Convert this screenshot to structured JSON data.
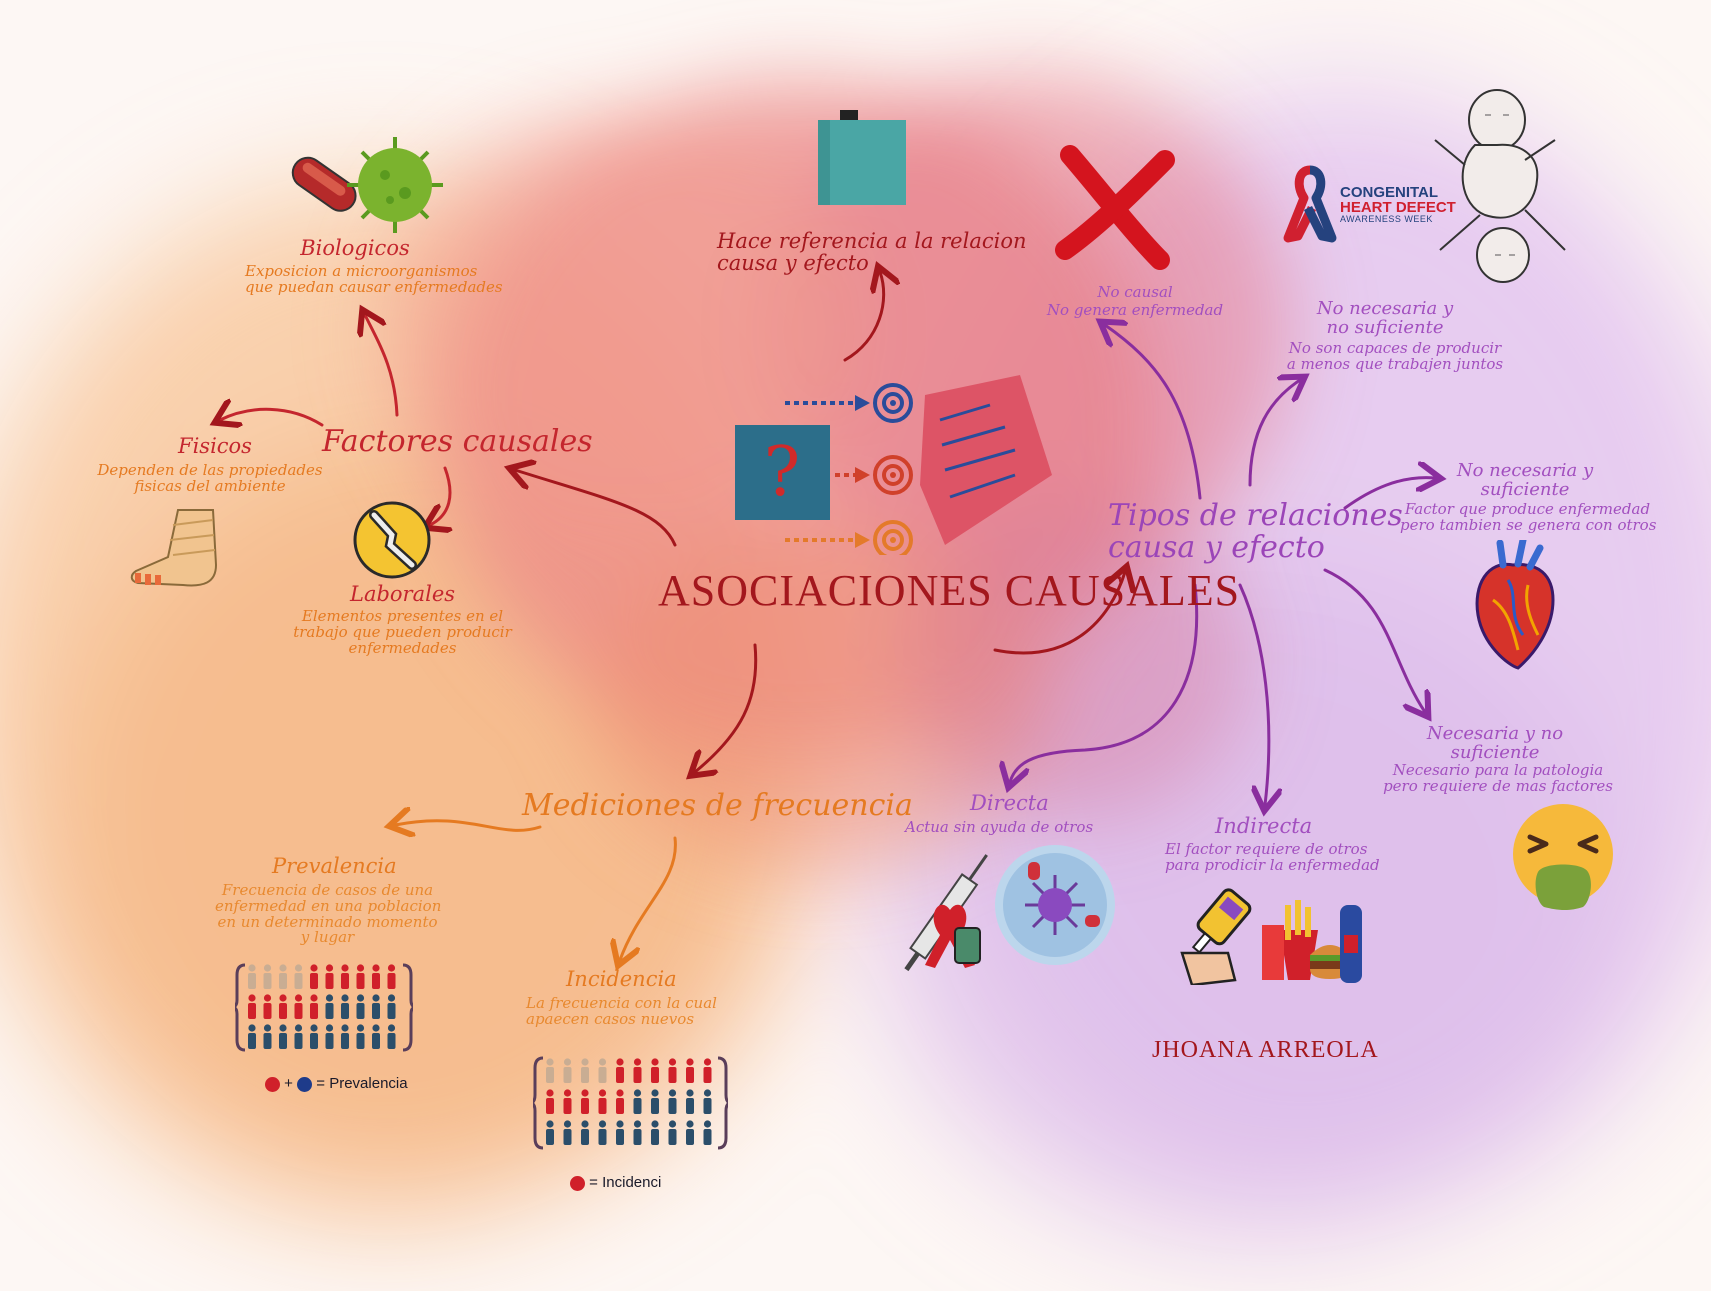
{
  "title": "ASOCIACIONES CAUSALES",
  "author": "JHOANA ARREOLA",
  "left": {
    "heading": "Factores causales",
    "biologicos": {
      "title": "Biologicos",
      "desc": "Exposicion a microorganismos\nque puedan causar enfermedades"
    },
    "fisicos": {
      "title": "Fisicos",
      "desc": "Dependen de las propiedades\nfisicas del ambiente"
    },
    "laborales": {
      "title": "Laborales",
      "desc": "Elementos presentes en el\ntrabajo que pueden producir\nenfermedades"
    }
  },
  "top": {
    "desc": "Hace referencia a la relacion\ncausa y efecto"
  },
  "bottom": {
    "heading": "Mediciones de frecuencia",
    "prevalencia": {
      "title": "Prevalencia",
      "desc": "Frecuencia de casos de una\nenfermedad en una poblacion\nen un determinado momento\ny lugar",
      "legend": "= Prevalencia"
    },
    "incidencia": {
      "title": "Incidencia",
      "desc": "La frecuencia con la cual\napaecen casos nuevos",
      "legend": "= Incidenci"
    }
  },
  "right": {
    "heading": "Tipos de relaciones\ncausa y efecto",
    "no_causal": {
      "title": "No causal",
      "desc": "No genera enfermedad"
    },
    "no_nec_no_suf": {
      "title": "No necesaria y\nno suficiente",
      "desc": "No son capaces de producir\na menos que trabajen juntos"
    },
    "no_nec_suf": {
      "title": "No necesaria y\nsuficiente",
      "desc": "Factor que produce enfermedad\npero tambien se genera con otros"
    },
    "nec_no_suf": {
      "title": "Necesaria y no\nsuficiente",
      "desc": "Necesario para la patologia\npero requiere de mas factores"
    },
    "directa": {
      "title": "Directa",
      "desc": "Actua sin ayuda de otros"
    },
    "indirecta": {
      "title": "Indirecta",
      "desc": "El factor requiere de otros\npara prodicir la enfermedad"
    }
  },
  "ribbon": {
    "line1": "CONGENITAL",
    "line2": "HEART DEFECT",
    "line3": "AWARENESS WEEK"
  },
  "colors": {
    "red": "#c4262e",
    "orange": "#e57a21",
    "purple": "#a24fbf",
    "dark_blue": "#1f5f7a"
  }
}
